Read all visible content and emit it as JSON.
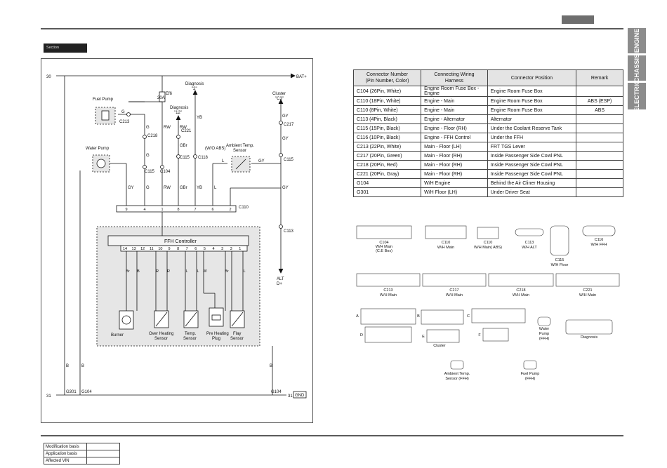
{
  "side_tabs": [
    "ENGINE",
    "CHASSIS",
    "ELECTRIC"
  ],
  "section_badge": "Section",
  "schematic": {
    "bat_left": "30",
    "bat_right": "BAT+",
    "gnd_left": "31",
    "gnd_right": "31",
    "gnd_tag": "GND",
    "fuel_pump": "Fuel Pump",
    "water_pump": "Water Pump",
    "ef6": "Ef6",
    "ef6_amp": "20A",
    "diag2_a": "Diagnosis",
    "diag2_b": "\"2\"",
    "diag12_a": "Diagnosis",
    "diag12_b": "\"12\"",
    "cluster_a": "Cluster",
    "cluster_b": "\"C3\"",
    "ambient_a": "Ambient Temp.",
    "ambient_b": "Sensor",
    "wo_abs": "(W/O ABS)",
    "ffh_controller": "FFH Controller",
    "burner": "Burner",
    "overheat_a": "Over Heating",
    "overheat_b": "Sensor",
    "temp_a": "Temp.",
    "temp_b": "Sensor",
    "preheat_a": "Pre Heating",
    "preheat_b": "Plug",
    "flame_a": "Flay",
    "flame_b": "Sensor",
    "alt_a": "ALT",
    "alt_b": "D+",
    "connectors": {
      "c213": "C213",
      "c218": "C218",
      "c221": "C221",
      "c115a": "C115",
      "c104": "C104",
      "c115b": "C115",
      "c118": "C118",
      "c115c": "C115",
      "c217": "C217",
      "c110": "C110",
      "c113": "C113",
      "g301": "G301",
      "g104a": "G104",
      "g104b": "G104"
    },
    "wires": {
      "g1": "G",
      "g2": "G",
      "g3": "G",
      "g4": "G",
      "rw1": "RW",
      "rw2": "RW",
      "rw3": "RW",
      "yb1": "YB",
      "yb2": "YB",
      "gbr1": "GBr",
      "gbr2": "GBr",
      "l1": "L",
      "l2": "L",
      "gy1": "GY",
      "gy2": "GY",
      "gy3": "GY",
      "gy4": "GY",
      "gy5": "GY",
      "b1": "B",
      "b2": "B",
      "b3": "B"
    },
    "c110_pins": [
      "9",
      "4",
      "1",
      "8",
      "7",
      "6",
      "2"
    ],
    "ffh_pins": [
      "14",
      "13",
      "12",
      "11",
      "10",
      "9",
      "8",
      "7",
      "6",
      "5",
      "4",
      "3",
      "3",
      "1"
    ],
    "ffh_wires": [
      "Br",
      "B",
      "R",
      "R",
      "L",
      "L",
      "W",
      "Br",
      "L"
    ]
  },
  "table": {
    "headers": [
      "Connector Number\n(Pin Number, Color)",
      "Connecting Wiring\nHarness",
      "Connector Position",
      "Remark"
    ],
    "rows": [
      [
        "C104 (26Pin, White)",
        "Engine Room Fuse Box - Engine",
        "Engine Room Fuse Box",
        ""
      ],
      [
        "C110 (18Pin, White)",
        "Engine - Main",
        "Engine Room Fuse Box",
        "ABS (ESP)"
      ],
      [
        "C110 (8Pin, White)",
        "Engine - Main",
        "Engine Room Fuse Box",
        "ABS"
      ],
      [
        "C113 (4Pin, Black)",
        "Engine - Alternator",
        "Alternator",
        ""
      ],
      [
        "C115 (15Pin, Black)",
        "Engine - Floor (RH)",
        "Under the Coolant Reserve Tank",
        ""
      ],
      [
        "C116 (10Pin, Black)",
        "Engine - FFH Control",
        "Under the FFH",
        ""
      ],
      [
        "C213 (22Pin, White)",
        "Main - Floor (LH)",
        "FRT TGS Lever",
        ""
      ],
      [
        "C217 (20Pin, Green)",
        "Main - Floor (RH)",
        "Inside Passenger Side Cowl PNL",
        ""
      ],
      [
        "C218 (20Pin, Red)",
        "Main - Floor (RH)",
        "Inside Passenger Side Cowl PNL",
        ""
      ],
      [
        "C221 (20Pin, Gray)",
        "Main - Floor (RH)",
        "Inside Passenger Side Cowl PNL",
        ""
      ],
      [
        "G104",
        "W/H Engine",
        "Behind the Air Cliner Housing",
        ""
      ],
      [
        "G301",
        "W/H Floor (LH)",
        "Under Driver Seat",
        ""
      ]
    ]
  },
  "connector_views": {
    "c104_a": "C104",
    "c104_b": "W/H Main",
    "c104_c": "(C.E Box)",
    "c110_a": "C110",
    "c110_b": "W/H Main",
    "c110s_a": "C110",
    "c110s_b": "W/H Main( ABS)",
    "c113_a": "C113",
    "c113_b": "W/H ALT",
    "c115_a": "C115",
    "c115_b": "W/H Floor",
    "c116_a": "C116",
    "c116_b": "W/H FFH",
    "c213_a": "C213",
    "c213_b": "W/H Main",
    "c217_a": "C217",
    "c217_b": "W/H Main",
    "c218_a": "C218",
    "c218_b": "W/H Main",
    "c221_a": "C221",
    "c221_b": "W/H Main",
    "cluster": "Cluster",
    "water_a": "Water",
    "water_b": "Pump",
    "water_c": "(FFH)",
    "diagnosis": "Diagnosis",
    "ambient_a": "Ambient Temp.",
    "ambient_b": "Sensor (FFH)",
    "fuel_a": "Fuel Pump",
    "fuel_b": "(FFH)",
    "letters": [
      "A",
      "B",
      "C",
      "D",
      "E",
      "F"
    ]
  },
  "modification": {
    "rows": [
      "Modification basis",
      "Application basis",
      "Affected VIN"
    ]
  }
}
